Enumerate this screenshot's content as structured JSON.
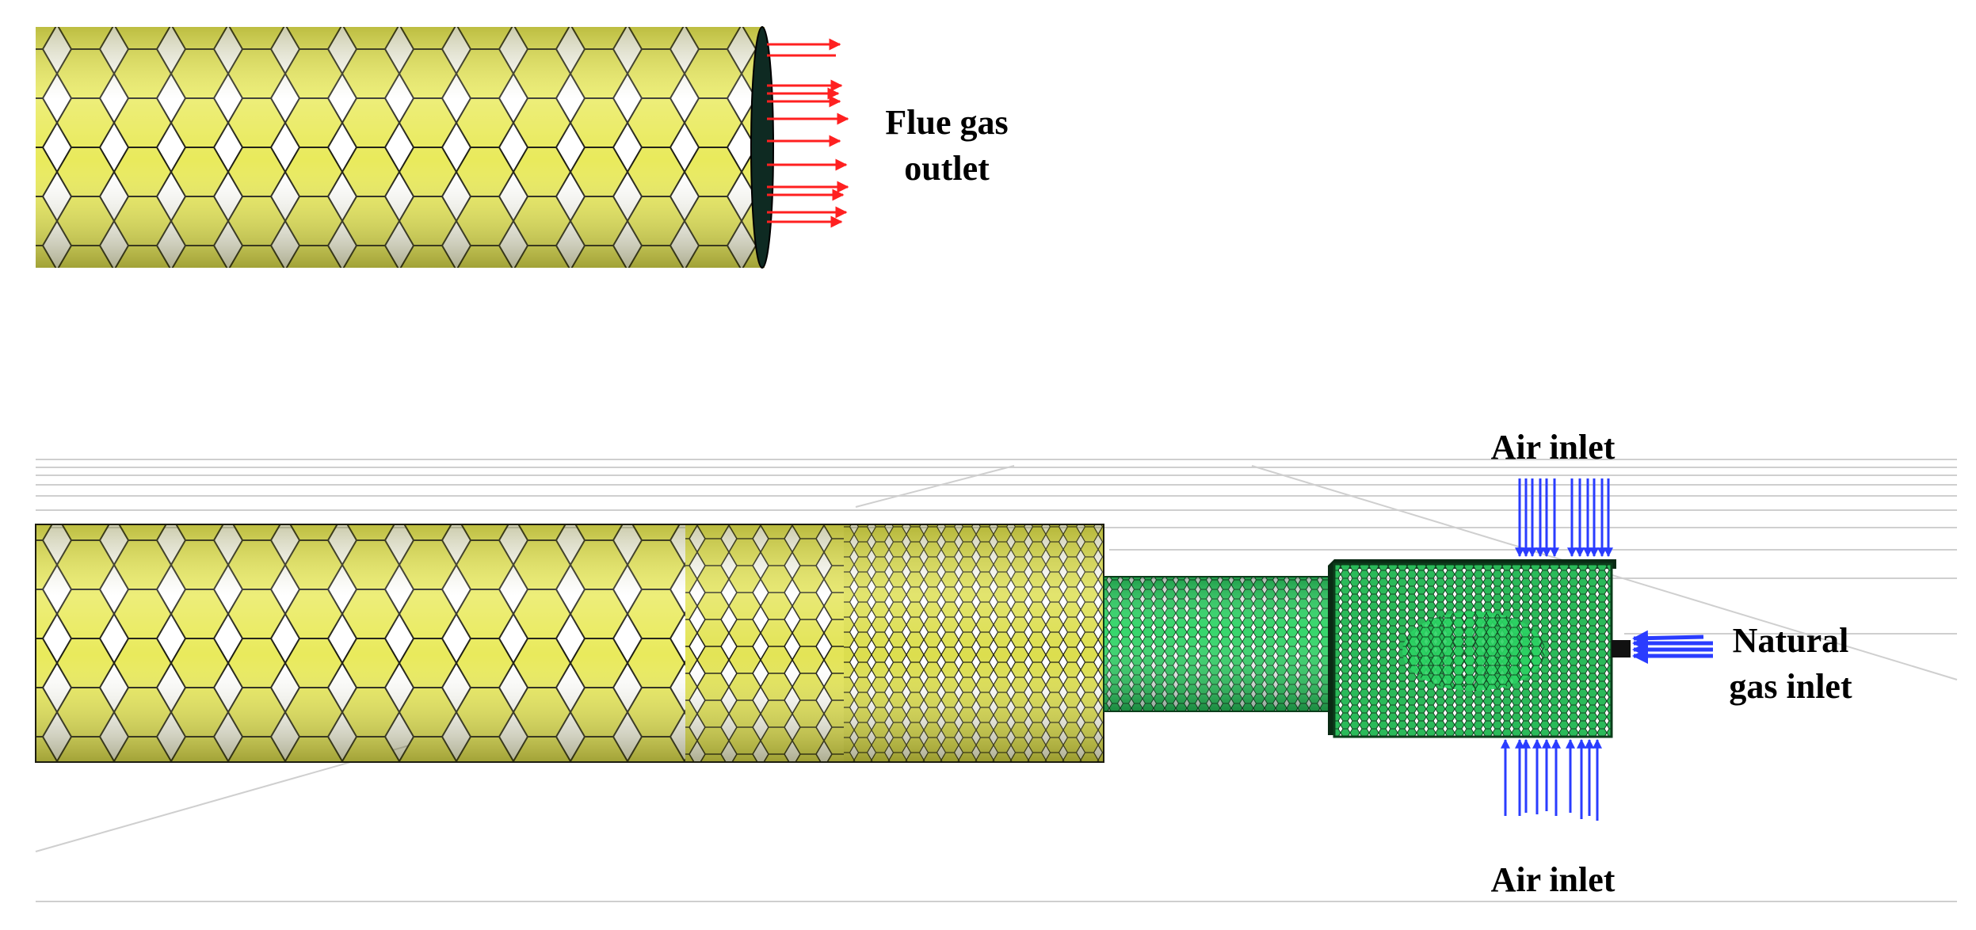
{
  "labels": {
    "flue_gas_line1": "Flue gas",
    "flue_gas_line2": "outlet",
    "air_inlet_top": "Air inlet",
    "air_inlet_bottom": "Air inlet",
    "natural_gas_line1": "Natural",
    "natural_gas_line2": "gas inlet"
  },
  "colors": {
    "furnace_mesh": "#d9dc4a",
    "furnace_mesh_light": "#f6f774",
    "burner_mesh": "#27d25f",
    "burner_mesh_dark": "#0f7a34",
    "outlet_arrow": "#ff2020",
    "inlet_arrow": "#2a3cff",
    "mesh_edge": "#1c1c10",
    "grid": "#cfcfcf"
  }
}
